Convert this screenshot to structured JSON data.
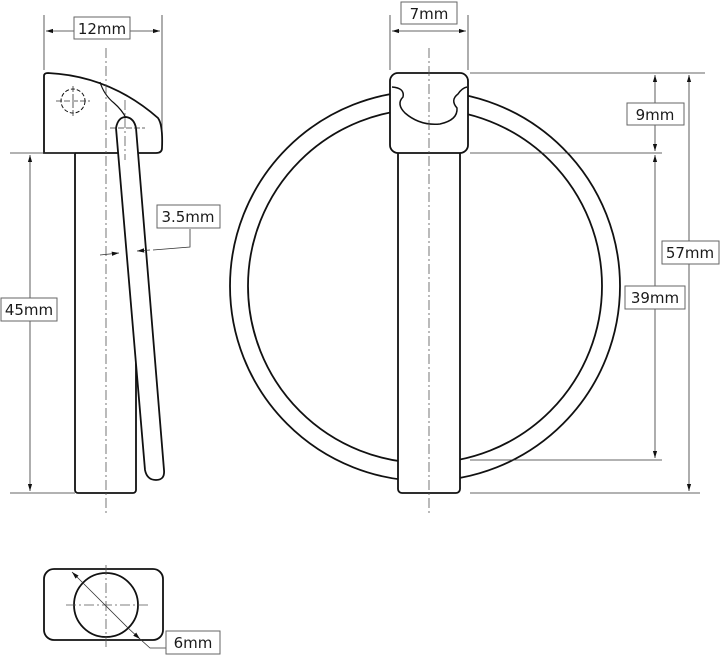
{
  "dimensions": {
    "head_width_side": "12mm",
    "pin_length": "45mm",
    "ring_wire_diameter": "3.5mm",
    "head_width_front": "7mm",
    "head_height": "9mm",
    "shaft_length": "39mm",
    "overall_length": "57mm",
    "pin_diameter": "6mm"
  }
}
